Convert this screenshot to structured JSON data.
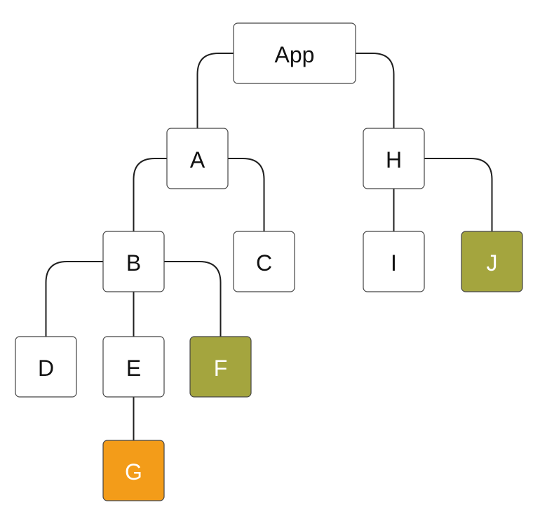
{
  "tree": {
    "colors": {
      "default_fill": "#ffffff",
      "default_text": "#111111",
      "olive": "#a4a53e",
      "orange": "#f39c19",
      "highlight_text": "#ffffff"
    },
    "nodes": {
      "app": {
        "label": "App",
        "fill": "default"
      },
      "a": {
        "label": "A",
        "fill": "default"
      },
      "h": {
        "label": "H",
        "fill": "default"
      },
      "b": {
        "label": "B",
        "fill": "default"
      },
      "c": {
        "label": "C",
        "fill": "default"
      },
      "i": {
        "label": "I",
        "fill": "default"
      },
      "j": {
        "label": "J",
        "fill": "olive"
      },
      "d": {
        "label": "D",
        "fill": "default"
      },
      "e": {
        "label": "E",
        "fill": "default"
      },
      "f": {
        "label": "F",
        "fill": "olive"
      },
      "g": {
        "label": "G",
        "fill": "orange"
      }
    },
    "edges": [
      [
        "app",
        "a"
      ],
      [
        "app",
        "h"
      ],
      [
        "a",
        "b"
      ],
      [
        "a",
        "c"
      ],
      [
        "h",
        "i"
      ],
      [
        "h",
        "j"
      ],
      [
        "b",
        "d"
      ],
      [
        "b",
        "e"
      ],
      [
        "b",
        "f"
      ],
      [
        "e",
        "g"
      ]
    ]
  }
}
